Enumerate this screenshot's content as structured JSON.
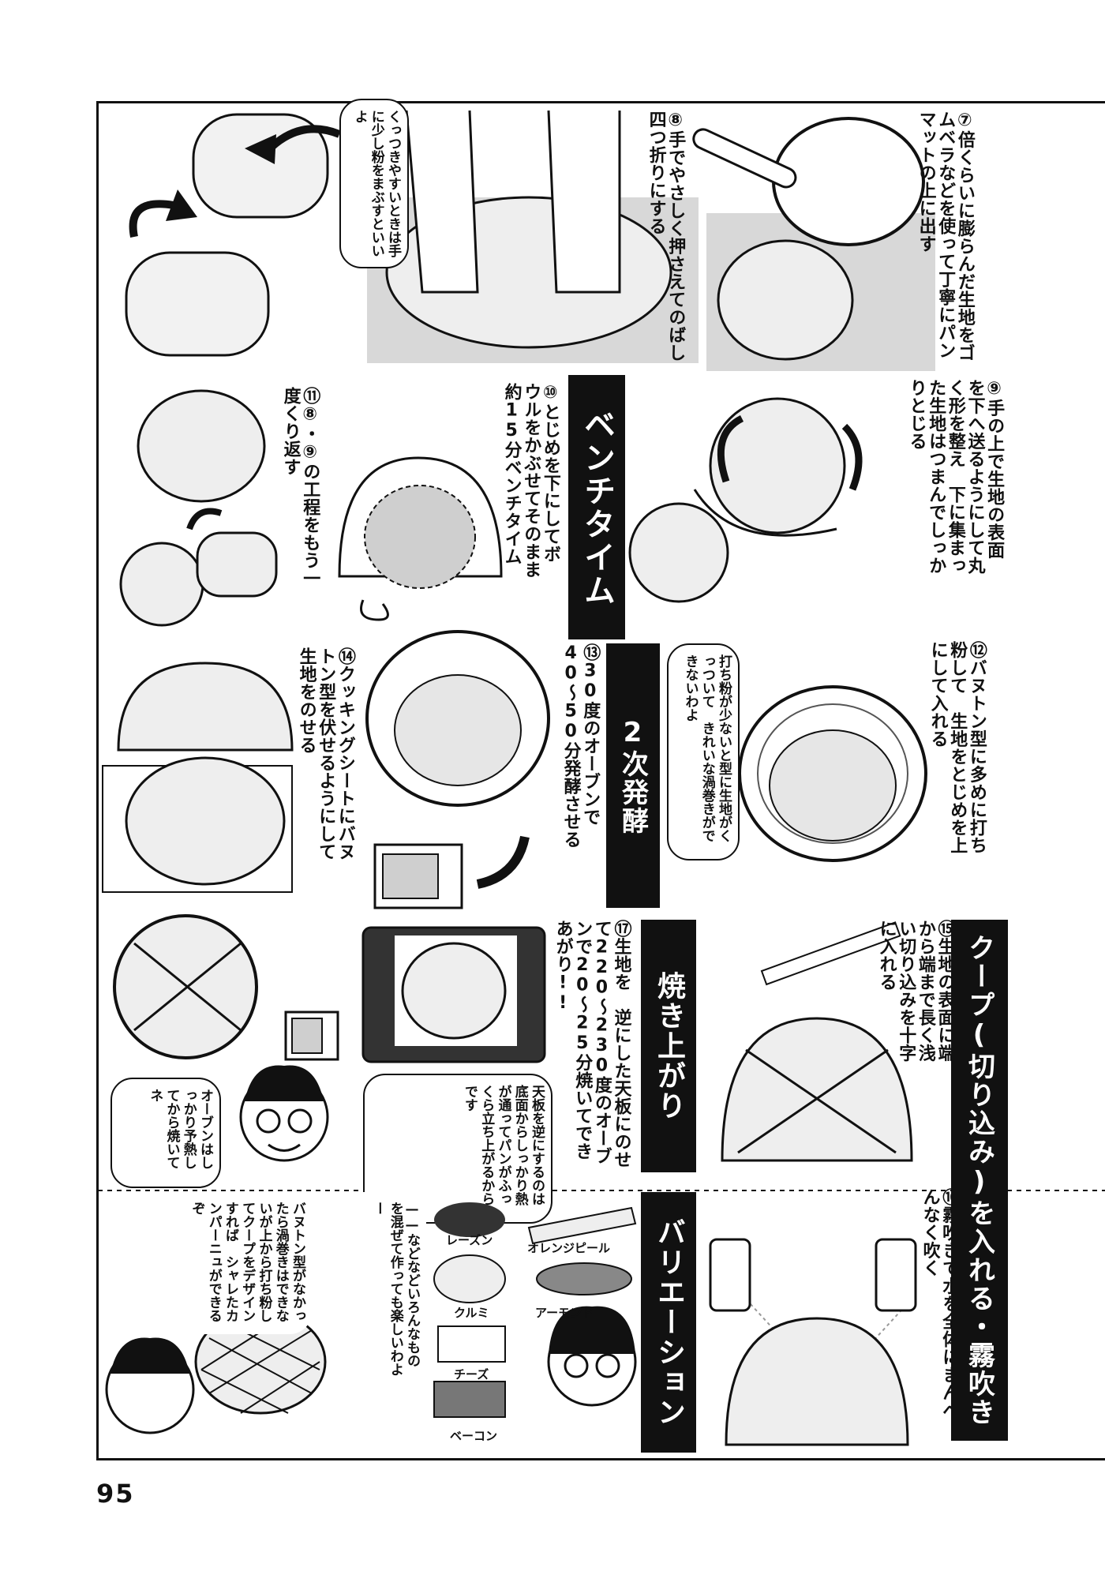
{
  "page_number": "95",
  "steps": {
    "s7": "⑦倍くらいに膨らんだ生地をゴムベラなどを使って丁寧にパンマットの上に出す",
    "s8": "⑧手でやさしく押さえてのばし四つ折りにする",
    "s9": "⑨手の上で生地の表面を下へ送るようにして丸く形を整え　下に集まった生地はつまんでしっかりとじる",
    "s10": "⑩とじめを下にしてボウルをかぶせてそのまま約15分ベンチタイム",
    "s11": "⑪⑧・⑨の工程をもう一度くり返す",
    "s12": "⑫バヌトン型に多めに打ち粉して　生地をとじめを上にして入れる",
    "s13": "⑬30度のオーブンで40〜50分発酵させる",
    "s14": "⑭クッキングシートにバヌトン型を伏せるようにして生地をのせる",
    "s15": "⑮生地の表面に端から端まで長く浅い切り込みを十字に入れる",
    "s16": "⑯霧吹きで水を全体にまんべんなく吹く",
    "s17": "⑰生地を　逆にした天板にのせて220〜230度のオーブンで20〜25分焼いてできあがり!!"
  },
  "section_headers": {
    "bench": "ベンチタイム",
    "second": "2次発酵",
    "coupe": "クープ(切り込み)を入れる・霧吹き",
    "bake": "焼き上がり",
    "variation": "バリエーション"
  },
  "bubbles": {
    "sticky": "くっつきやすいときは手に少し粉をまぶすといいよ",
    "flour": "打ち粉が少ないと型に生地がくっついて　きれいな渦巻きができないわよ",
    "tray": "天板を逆にするのは底面からしっかり熱が通ってパンがふっくら立ち上がるからです",
    "preheat": "オーブンはしっかり予熱してから焼いてネ",
    "various": "——などなどいろんなものを混ぜて作っても楽しいわよー",
    "banneton": "バヌトン型がなかったら渦巻きはできないが上から打ち粉してクープをデザインすれば　シャレたカンパーニュができるぞ"
  },
  "ingredients": {
    "raisin": "レーズン",
    "orange": "オレンジピール",
    "walnut": "クルミ",
    "almond": "アーモンド",
    "cheese": "チーズ",
    "bacon": "ベーコン"
  }
}
